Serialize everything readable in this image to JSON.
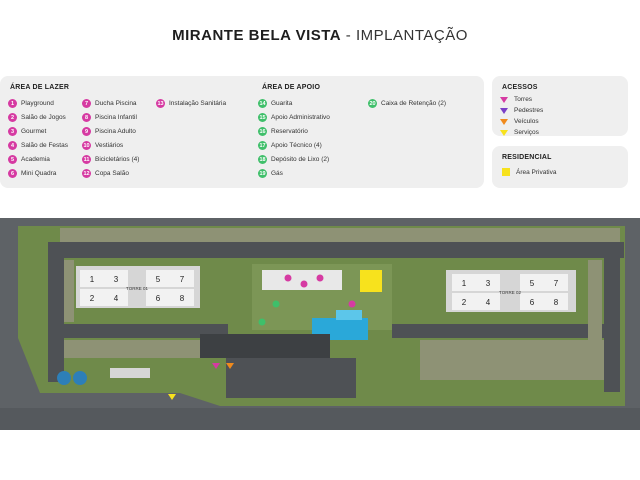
{
  "title": {
    "main": "MIRANTE BELA VISTA",
    "sep": " - ",
    "sub": "IMPLANTAÇÃO"
  },
  "lazer": {
    "heading": "ÁREA DE LAZER",
    "col1": [
      {
        "n": "1",
        "label": "Playground"
      },
      {
        "n": "2",
        "label": "Salão de Jogos"
      },
      {
        "n": "3",
        "label": "Gourmet"
      },
      {
        "n": "4",
        "label": "Salão de Festas"
      },
      {
        "n": "5",
        "label": "Academia"
      },
      {
        "n": "6",
        "label": "Mini Quadra"
      }
    ],
    "col2": [
      {
        "n": "7",
        "label": "Ducha Piscina"
      },
      {
        "n": "8",
        "label": "Piscina Infantil"
      },
      {
        "n": "9",
        "label": "Piscina Adulto"
      },
      {
        "n": "10",
        "label": "Vestiários"
      },
      {
        "n": "11",
        "label": "Bicicletários (4)"
      },
      {
        "n": "12",
        "label": "Copa Salão"
      }
    ],
    "col3": [
      {
        "n": "13",
        "label": "Instalação Sanitária"
      }
    ]
  },
  "apoio": {
    "heading": "ÁREA DE APOIO",
    "col1": [
      {
        "n": "14",
        "label": "Guarita"
      },
      {
        "n": "15",
        "label": "Apoio Administrativo"
      },
      {
        "n": "16",
        "label": "Reservatório"
      },
      {
        "n": "17",
        "label": "Apoio Técnico (4)"
      },
      {
        "n": "18",
        "label": "Depósito de Lixo (2)"
      },
      {
        "n": "19",
        "label": "Gás"
      }
    ],
    "col2": [
      {
        "n": "20",
        "label": "Caixa de Retenção (2)"
      }
    ]
  },
  "acessos": {
    "heading": "ACESSOS",
    "items": [
      {
        "label": "Torres",
        "color": "#d63aa2"
      },
      {
        "label": "Pedestres",
        "color": "#7a3fc7"
      },
      {
        "label": "Veículos",
        "color": "#f08a1c"
      },
      {
        "label": "Serviços",
        "color": "#f7e21d"
      }
    ]
  },
  "residencial": {
    "heading": "RESIDENCIAL",
    "item": {
      "label": "Área Privativa",
      "color": "#f7e21d"
    }
  },
  "plan": {
    "torre1": {
      "label": "TORRE 01",
      "units": [
        "1",
        "2",
        "3",
        "4",
        "5",
        "6",
        "7",
        "8"
      ]
    },
    "torre2": {
      "label": "TORRE 02",
      "units": [
        "1",
        "2",
        "3",
        "4",
        "5",
        "6",
        "7",
        "8"
      ]
    },
    "colors": {
      "grass": "#6f8a4a",
      "road": "#4e5155",
      "parking": "#8e9275",
      "pool": "#2aa8d9",
      "building": "#e8e8e8"
    }
  }
}
